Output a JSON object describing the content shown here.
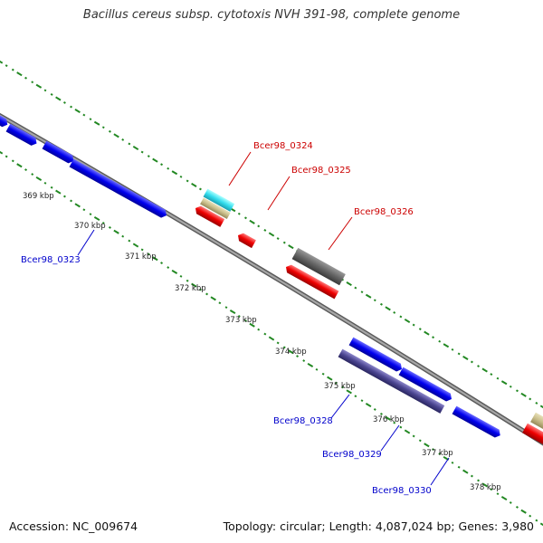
{
  "title": "Bacillus cereus subsp. cytotoxis NVH 391-98, complete genome",
  "footer": {
    "accession": "Accession: NC_009674",
    "summary": "Topology: circular; Length: 4,087,024 bp; Genes: 3,980"
  },
  "scale_labels": [
    "369 kbp",
    "370 kbp",
    "371 kbp",
    "372 kbp",
    "373 kbp",
    "374 kbp",
    "375 kbp",
    "376 kbp",
    "377 kbp",
    "378 kbp"
  ],
  "gene_labels": {
    "g0324": "Bcer98_0324",
    "g0325": "Bcer98_0325",
    "g0326": "Bcer98_0326",
    "g0323": "Bcer98_0323",
    "g0328": "Bcer98_0328",
    "g0329": "Bcer98_0329",
    "g0330": "Bcer98_0330"
  },
  "colors": {
    "forward_gene": "#0000ee",
    "reverse_gene": "#ee0000",
    "pseudo_gray": "#666666",
    "cyan_gene": "#33ddee",
    "tan_gene": "#c8bd8a",
    "purple_gene": "#4a4490",
    "ticks": "#228822",
    "backbone": "#8c8c8c"
  }
}
